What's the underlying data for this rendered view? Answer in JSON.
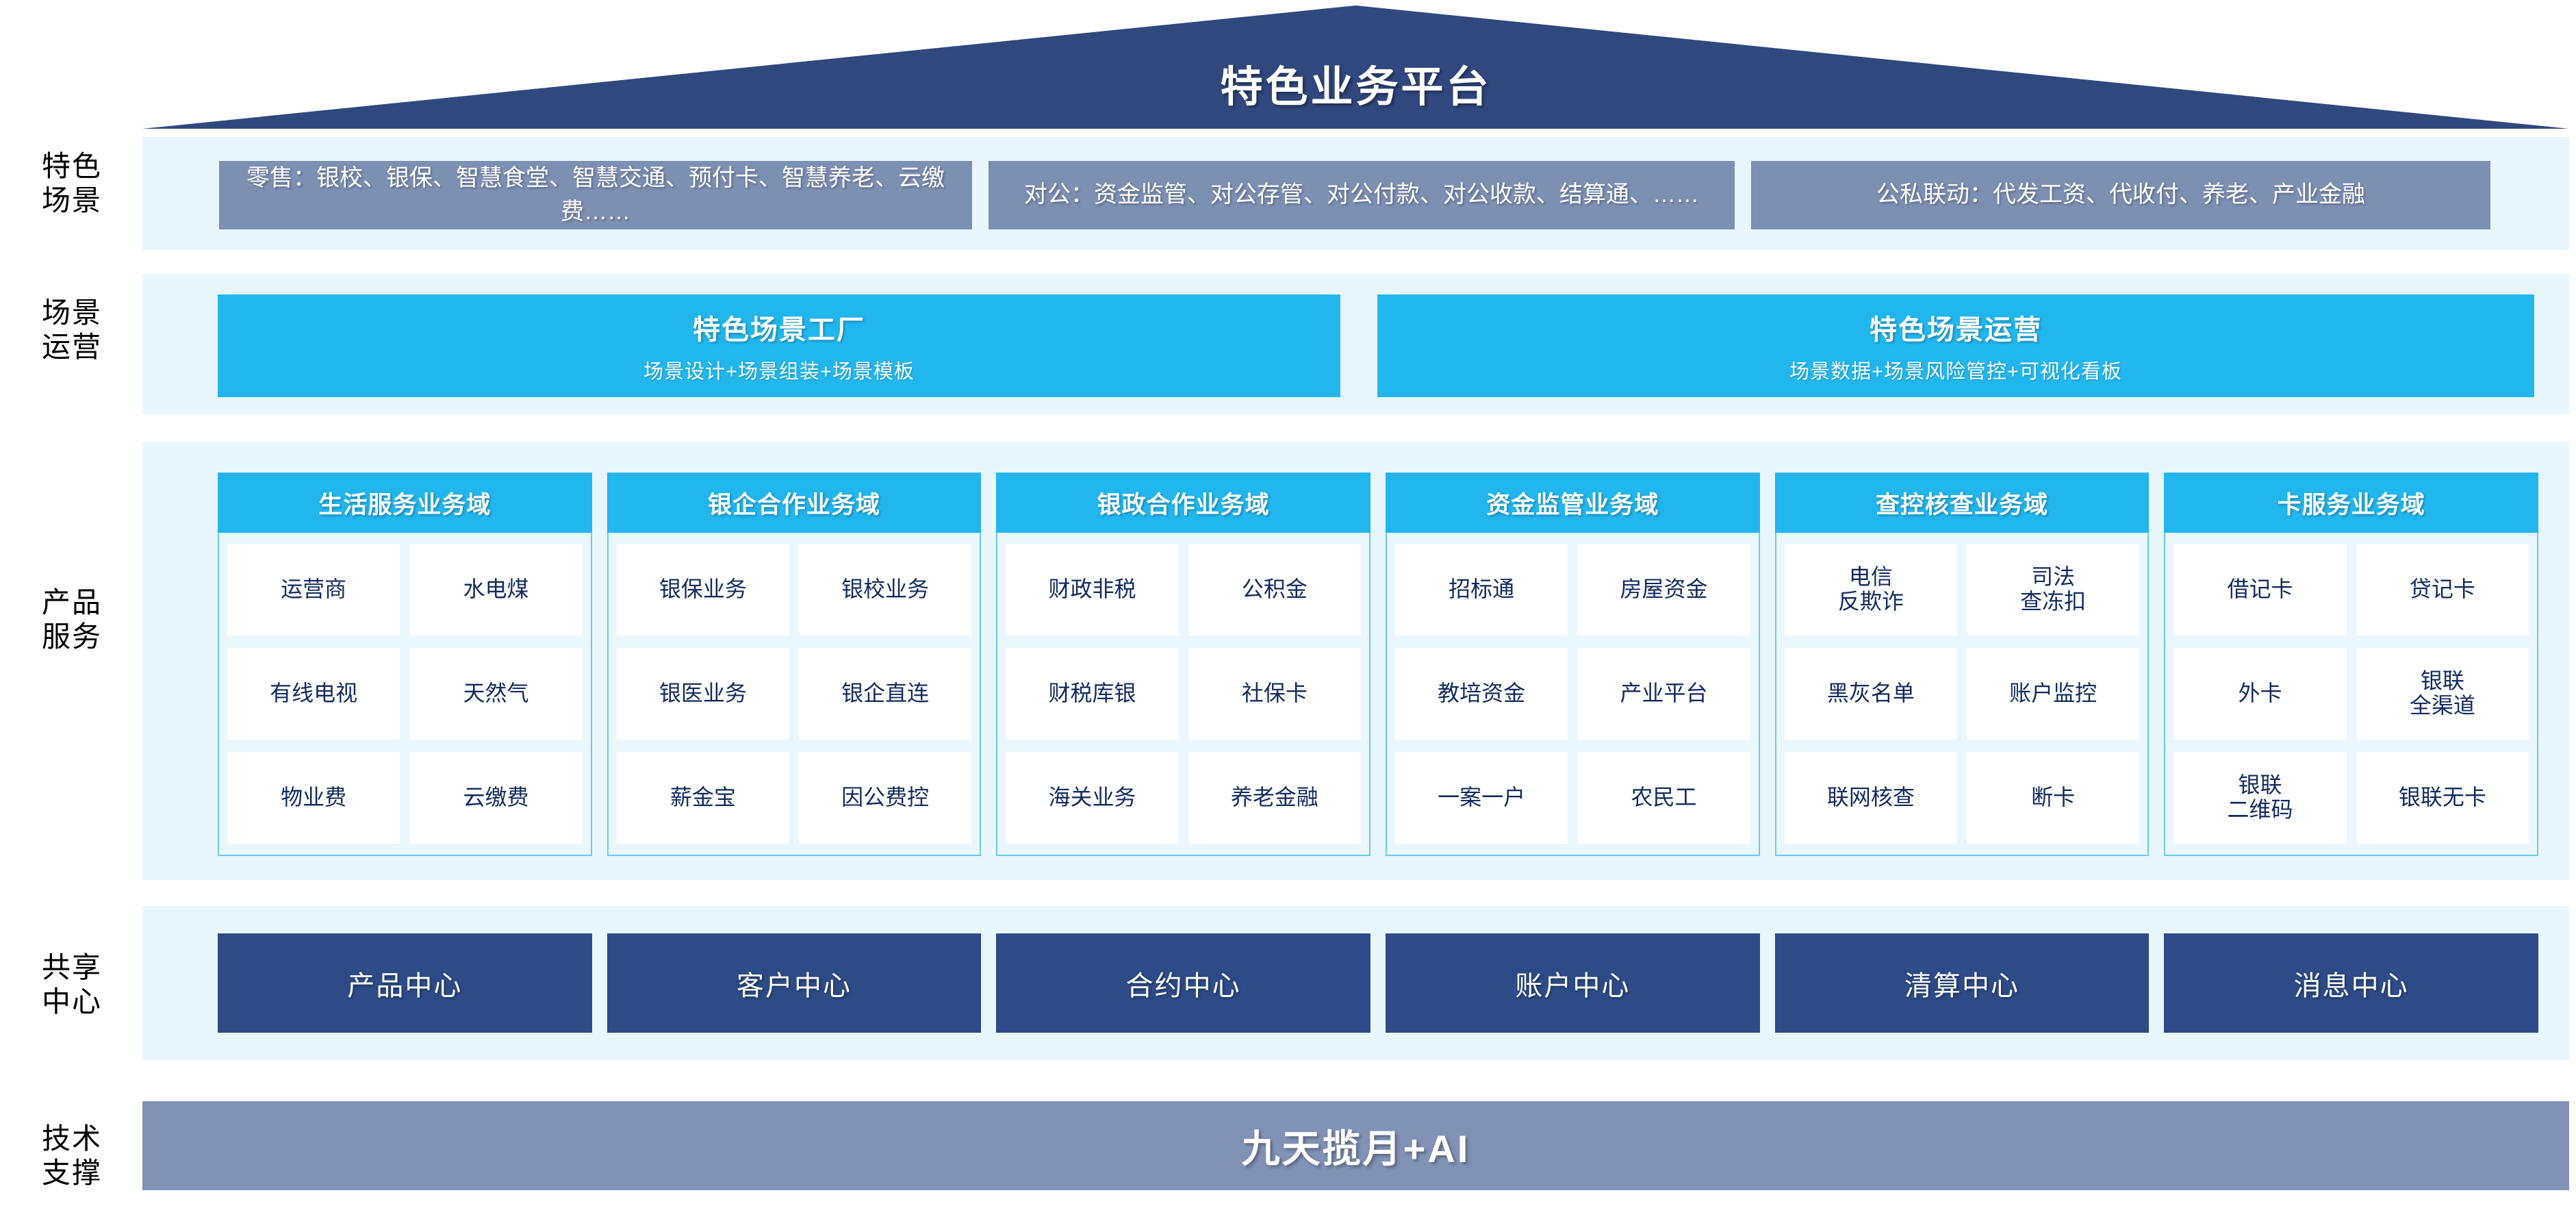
{
  "header": {
    "title": "特色业务平台"
  },
  "row_labels": [
    {
      "key": "scene",
      "text": "特色\n场景"
    },
    {
      "key": "operation",
      "text": "场景\n运营"
    },
    {
      "key": "product",
      "text": "产品\n服务"
    },
    {
      "key": "shared",
      "text": "共享\n中心"
    },
    {
      "key": "tech",
      "text": "技术\n支撑"
    }
  ],
  "scenes": [
    {
      "label": "零售：银校、银保、智慧食堂、智慧交通、预付卡、智慧养老、云缴费……"
    },
    {
      "label": "对公：资金监管、对公存管、对公付款、对公收款、结算通、……"
    },
    {
      "label": "公私联动：代发工资、代收付、养老、产业金融"
    }
  ],
  "operations": [
    {
      "title": "特色场景工厂",
      "subtitle": "场景设计+场景组装+场景模板"
    },
    {
      "title": "特色场景运营",
      "subtitle": "场景数据+场景风险管控+可视化看板"
    }
  ],
  "domains": [
    {
      "title": "生活服务业务域",
      "items": [
        "运营商",
        "水电煤",
        "有线电视",
        "天然气",
        "物业费",
        "云缴费"
      ]
    },
    {
      "title": "银企合作业务域",
      "items": [
        "银保业务",
        "银校业务",
        "银医业务",
        "银企直连",
        "薪金宝",
        "因公费控"
      ]
    },
    {
      "title": "银政合作业务域",
      "items": [
        "财政非税",
        "公积金",
        "财税库银",
        "社保卡",
        "海关业务",
        "养老金融"
      ]
    },
    {
      "title": "资金监管业务域",
      "items": [
        "招标通",
        "房屋资金",
        "教培资金",
        "产业平台",
        "一案一户",
        "农民工"
      ]
    },
    {
      "title": "查控核查业务域",
      "items": [
        "电信\n反欺诈",
        "司法\n查冻扣",
        "黑灰名单",
        "账户监控",
        "联网核查",
        "断卡"
      ]
    },
    {
      "title": "卡服务业务域",
      "items": [
        "借记卡",
        "贷记卡",
        "外卡",
        "银联\n全渠道",
        "银联\n二维码",
        "银联无卡"
      ]
    }
  ],
  "shared_centers": [
    {
      "label": "产品中心"
    },
    {
      "label": "客户中心"
    },
    {
      "label": "合约中心"
    },
    {
      "label": "账户中心"
    },
    {
      "label": "清算中心"
    },
    {
      "label": "消息中心"
    }
  ],
  "tech_support": {
    "label": "九天揽月+AI"
  },
  "colors": {
    "roof_navy": "#31487f",
    "scene_slate": "#7e8fb4",
    "cyan": "#21b6ee",
    "pale_blue_band": "#e8f7fd",
    "card_body": "#eaf7fd",
    "card_border": "#6fc9ea",
    "center_navy": "#2d4b86",
    "tech_slate": "#8292b6",
    "text_navy": "#132a5e"
  }
}
